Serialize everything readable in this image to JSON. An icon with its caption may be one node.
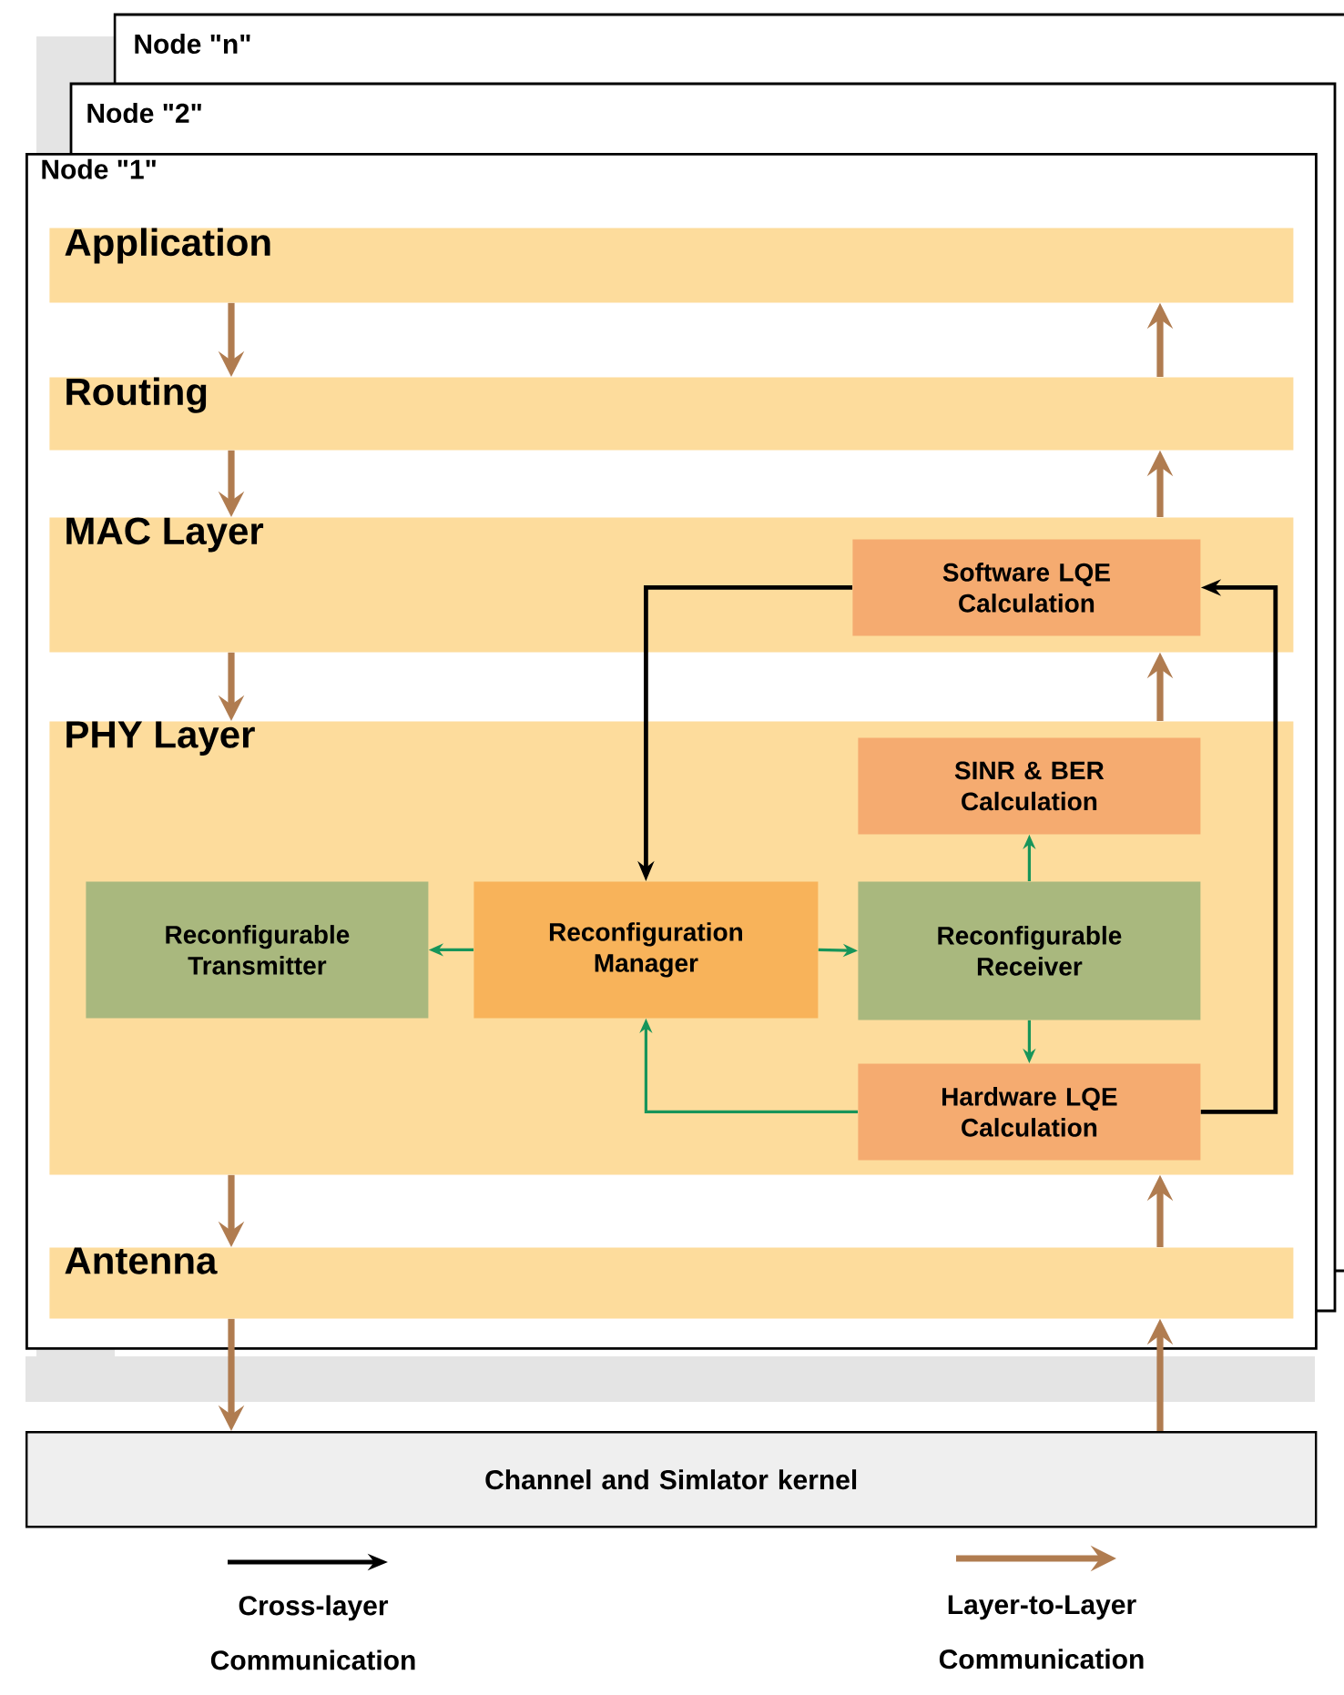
{
  "diagram": {
    "nodes": [
      {
        "text": [
          "Node \"n\""
        ]
      },
      {
        "text": [
          "Node \"2\""
        ]
      },
      {
        "text": [
          "Node \"1\""
        ]
      },
      {
        "text": [
          "Application"
        ],
        "in": 2
      },
      {
        "text": [
          "Routing"
        ],
        "in": 2
      },
      {
        "text": [
          "MAC Layer"
        ],
        "in": 2
      },
      {
        "text": [
          "Software LQE Calculation"
        ],
        "in": 5
      },
      {
        "text": [
          "PHY Layer"
        ],
        "in": 2
      },
      {
        "text": [
          "SINR & BER Calculation"
        ],
        "in": 7
      },
      {
        "text": [
          "Reconfigurable Transmitter"
        ],
        "in": 7
      },
      {
        "text": [
          "Reconfiguration Manager"
        ],
        "in": 7
      },
      {
        "text": [
          "Reconfigurable Receiver"
        ],
        "in": 7
      },
      {
        "text": [
          "Hardware LQE Calculation"
        ],
        "in": 7
      },
      {
        "text": [
          "Antenna"
        ],
        "in": 2
      },
      {
        "text": [
          "Channel and Simlator kernel"
        ]
      }
    ],
    "edges": [
      {
        "from": 3,
        "to": 4,
        "arrow": "to"
      },
      {
        "from": 4,
        "to": 5,
        "arrow": "to"
      },
      {
        "from": 5,
        "to": 7,
        "arrow": "to"
      },
      {
        "from": 7,
        "to": 13,
        "arrow": "to"
      },
      {
        "from": 13,
        "to": 14,
        "arrow": "to"
      },
      {
        "from": 4,
        "to": 3,
        "arrow": "to"
      },
      {
        "from": 5,
        "to": 4,
        "arrow": "to"
      },
      {
        "from": 7,
        "to": 5,
        "arrow": "to"
      },
      {
        "from": 13,
        "to": 7,
        "arrow": "to"
      },
      {
        "from": 14,
        "to": 13,
        "arrow": "to"
      },
      {
        "from": 6,
        "to": 10,
        "arrow": "to",
        "color": "#000000"
      },
      {
        "from": 12,
        "to": 6,
        "arrow": "to",
        "color": "#000000"
      },
      {
        "from": 10,
        "to": 9,
        "arrow": "to",
        "color": "#17955a"
      },
      {
        "from": 10,
        "to": 11,
        "arrow": "to",
        "color": "#17955a"
      },
      {
        "from": 11,
        "to": 8,
        "arrow": "to",
        "color": "#17955a"
      },
      {
        "from": 11,
        "to": 12,
        "arrow": "to",
        "color": "#17955a"
      },
      {
        "from": 12,
        "to": 10,
        "arrow": "to",
        "color": "#17955a"
      }
    ],
    "legend": [
      {
        "text": "Cross-layer Communication"
      },
      {
        "text": "Layer-to-Layer Communication"
      }
    ]
  }
}
